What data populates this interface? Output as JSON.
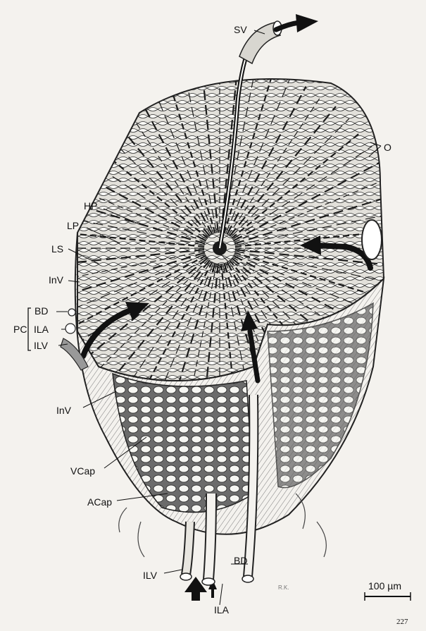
{
  "labels": {
    "sv": "SV",
    "o": "O",
    "hp": "HP",
    "lp": "LP",
    "ls": "LS",
    "inv_upper": "InV",
    "cv": "CV",
    "bd_left": "BD",
    "pc": "PC",
    "ila_left": "ILA",
    "ilv_left": "ILV",
    "inv_lower": "InV",
    "vcap": "VCap",
    "acap": "ACap",
    "ilv_bottom": "ILV",
    "ila_bottom": "ILA",
    "bd_bottom": "BD"
  },
  "scale_bar": {
    "label": "100 µm"
  },
  "page_number": "227",
  "artist_initials": "R.K."
}
